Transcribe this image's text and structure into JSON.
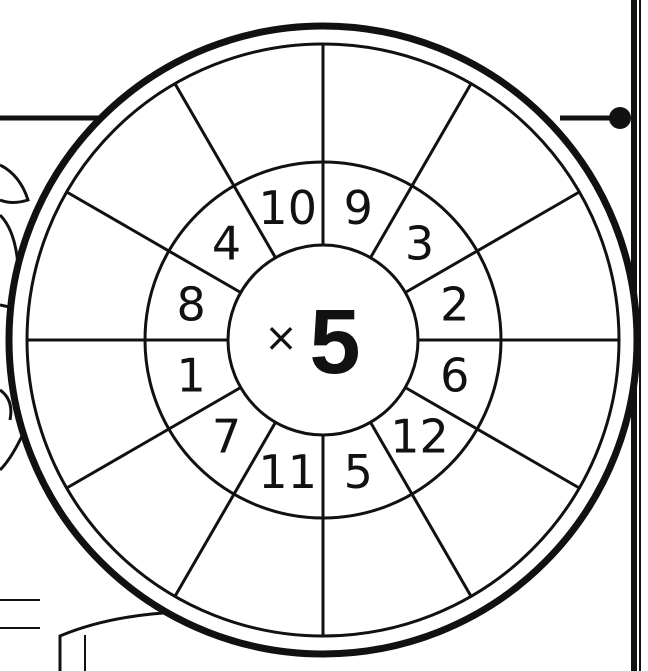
{
  "wheel": {
    "operator": "×",
    "factor": "5",
    "inner_numbers": [
      "10",
      "9",
      "3",
      "2",
      "6",
      "12",
      "5",
      "11",
      "7",
      "1",
      "8",
      "4"
    ],
    "outer_answers": [
      "",
      "",
      "",
      "",
      "",
      "",
      "",
      "",
      "",
      "",
      "",
      ""
    ]
  },
  "colors": {
    "ink": "#111111",
    "paper": "#ffffff"
  }
}
